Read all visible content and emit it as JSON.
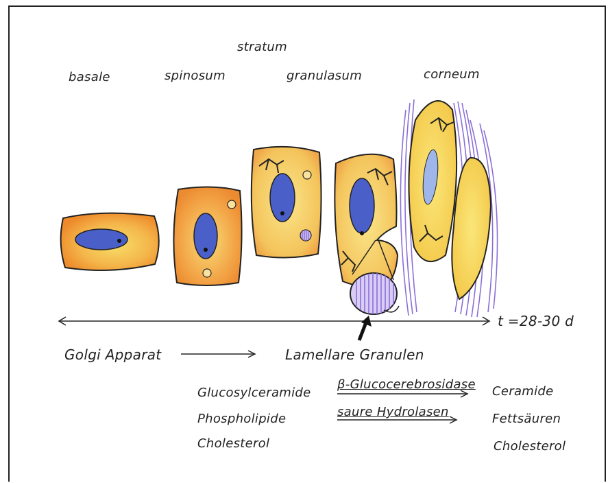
{
  "header": {
    "stratum": "stratum"
  },
  "layers": [
    "basale",
    "spinosum",
    "granulasum",
    "corneum"
  ],
  "timeline": {
    "label": "t =28-30 d"
  },
  "process": {
    "source": "Golgi Apparat",
    "target": "Lamellare Granulen"
  },
  "substrates": [
    "Glucosylceramide",
    "Phospholipide",
    "Cholesterol"
  ],
  "enzymes": [
    "β-Glucocerebrosidase",
    "saure Hydrolasen"
  ],
  "products": [
    "Ceramide",
    "Fettsäuren",
    "Cholesterol"
  ],
  "colors": {
    "cell_orange": "#f0a03c",
    "cell_yellow": "#f5d25a",
    "nucleus_blue": "#4a5fc8",
    "lamella_purple": "#8a6fd6",
    "ink": "#222222"
  }
}
